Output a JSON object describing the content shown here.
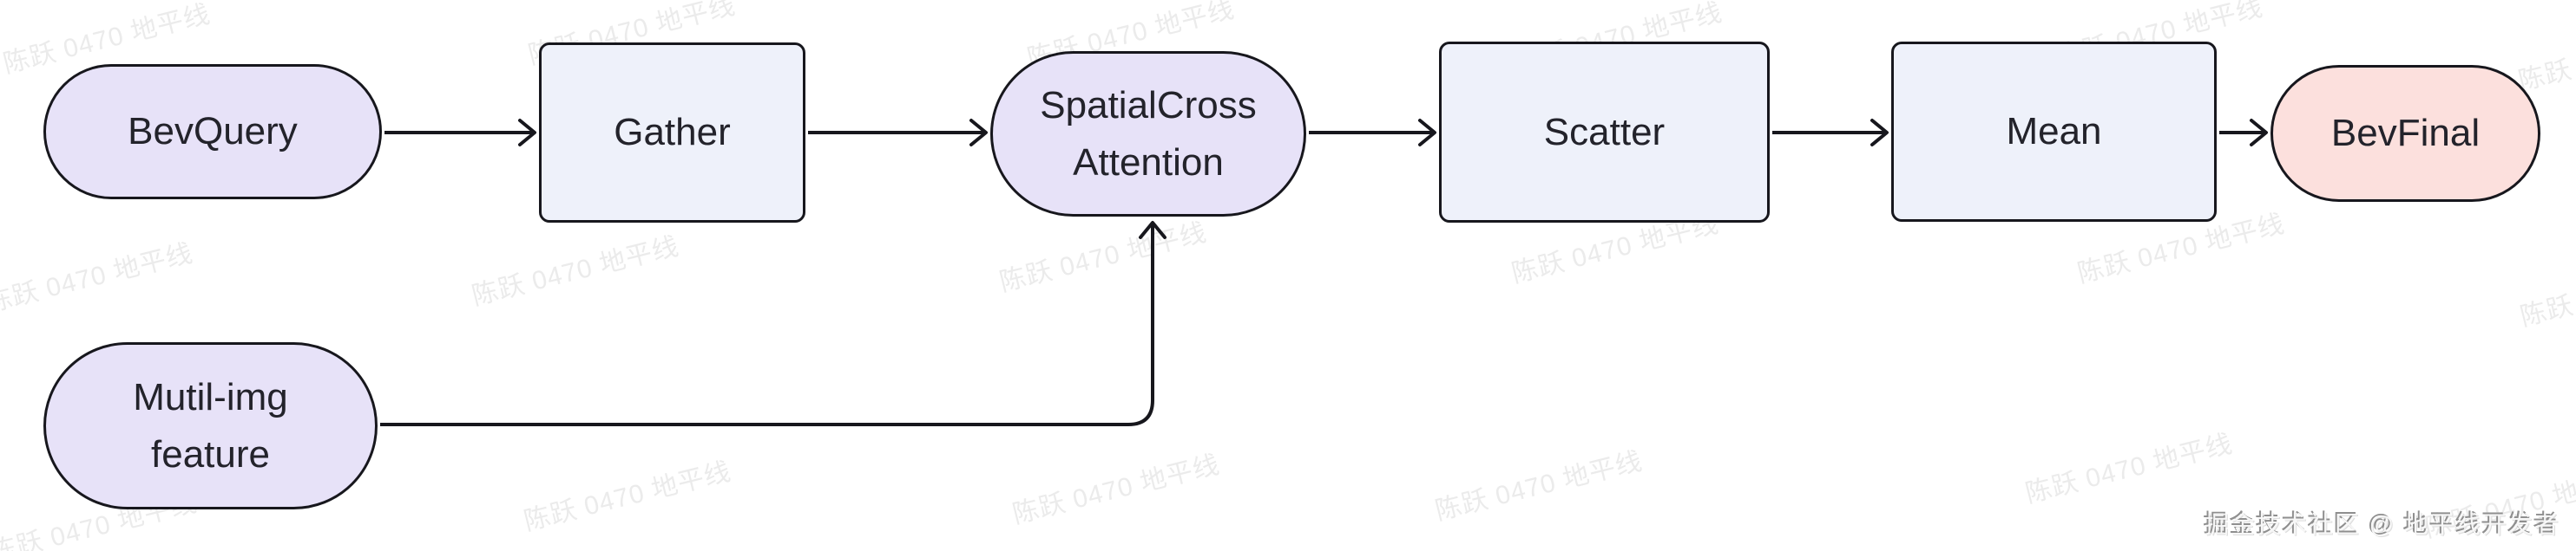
{
  "diagram": {
    "stroke_color": "#17171d",
    "text_color": "#23232b",
    "nodes": {
      "bevquery": {
        "label": "BevQuery",
        "shape": "stadium",
        "fill": "#e7e2f8"
      },
      "gather": {
        "label": "Gather",
        "shape": "rect",
        "fill": "#eef1fa"
      },
      "spatial_cross_attention": {
        "lines": [
          "SpatialCross",
          "Attention"
        ],
        "shape": "stadium",
        "fill": "#e7e2f8"
      },
      "scatter": {
        "label": "Scatter",
        "shape": "rect",
        "fill": "#eef1fa"
      },
      "mean": {
        "label": "Mean",
        "shape": "rect",
        "fill": "#eef1fa"
      },
      "bevfinal": {
        "label": "BevFinal",
        "shape": "stadium",
        "fill": "#fce0dd"
      },
      "mutil_img_feature": {
        "lines": [
          "Mutil-img",
          "feature"
        ],
        "shape": "stadium",
        "fill": "#e7e2f8"
      }
    },
    "edges": [
      {
        "from": "bevquery",
        "to": "gather"
      },
      {
        "from": "gather",
        "to": "spatial_cross_attention"
      },
      {
        "from": "spatial_cross_attention",
        "to": "scatter"
      },
      {
        "from": "scatter",
        "to": "mean"
      },
      {
        "from": "mean",
        "to": "bevfinal"
      },
      {
        "from": "mutil_img_feature",
        "to": "spatial_cross_attention"
      }
    ]
  },
  "watermark": {
    "text": "陈跃 0470 地平线",
    "color": "#ebebeb"
  },
  "credit": {
    "text": "掘金技术社区 @ 地平线开发者"
  }
}
